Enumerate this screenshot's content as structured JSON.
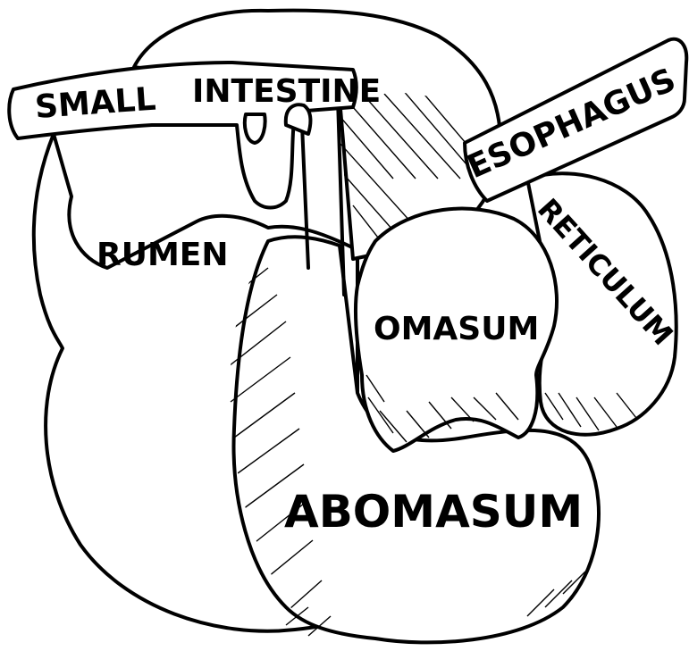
{
  "labels": {
    "small": "SMALL",
    "intestine": "INTESTINE",
    "esophagus": "ESOPHAGUS",
    "reticulum": "RETICULUM",
    "rumen": "RUMEN",
    "omasum": "OMASUM",
    "abomasum": "ABOMASUM"
  },
  "colors": {
    "ink": "#000000",
    "paper": "#ffffff"
  }
}
